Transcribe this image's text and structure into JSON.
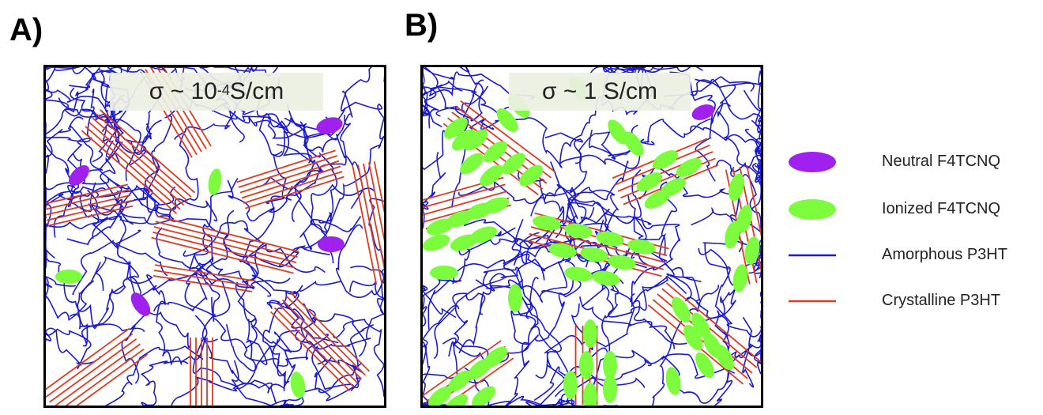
{
  "panels": [
    {
      "letter": "A)",
      "sigma_prefix": "σ ~ 10",
      "sigma_exp": "-4",
      "sigma_unit": " S/cm"
    },
    {
      "letter": "B)",
      "sigma_text": "σ ~ 1 S/cm"
    }
  ],
  "legend": [
    {
      "label": "Neutral F4TCNQ",
      "color": "#a020f0",
      "icon": "purple-ellipse"
    },
    {
      "label": "Ionized F4TCNQ",
      "color": "#7cfc3c",
      "icon": "green-ellipse"
    },
    {
      "label": "Amorphous P3HT",
      "color": "#1a1ad6",
      "icon": "blue-line"
    },
    {
      "label": "Crystalline P3HT",
      "color": "#e03a1e",
      "icon": "red-line"
    }
  ]
}
